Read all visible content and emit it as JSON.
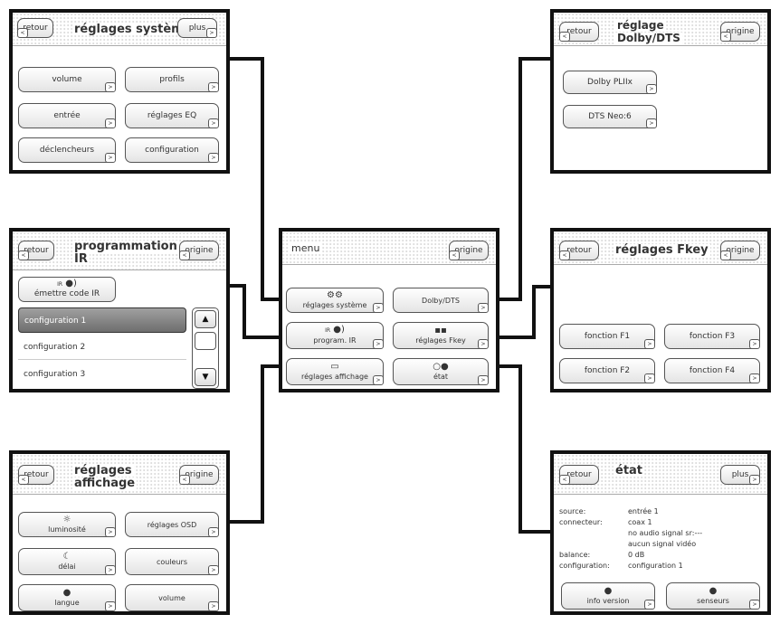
{
  "common": {
    "back": "retour",
    "more": "plus",
    "origin": "origine"
  },
  "sys": {
    "title": "réglages système",
    "buttons": [
      "volume",
      "profils",
      "entrée",
      "réglages EQ",
      "déclencheurs",
      "configuration"
    ]
  },
  "dolby": {
    "title1": "réglage",
    "title2": "Dolby/DTS",
    "buttons": [
      "Dolby PLIIx",
      "DTS Neo:6"
    ]
  },
  "ir": {
    "title1": "programmation",
    "title2": "IR",
    "emit_icon": "IR",
    "emit_label": "émettre code IR",
    "rows": [
      "configuration 1",
      "configuration 2",
      "configuration 3"
    ]
  },
  "menu": {
    "title": "menu",
    "buttons": [
      "réglages système",
      "Dolby/DTS",
      "program. IR",
      "réglages Fkey",
      "réglages affichage",
      "état"
    ],
    "icons": [
      "gear-icon",
      "",
      "ir-icon",
      "keys-icon",
      "display-icon",
      "info-icon"
    ],
    "ir_icon_text": "IR"
  },
  "fkey": {
    "title": "réglages Fkey",
    "buttons": [
      "fonction F1",
      "fonction F3",
      "fonction F2",
      "fonction F4"
    ]
  },
  "aff": {
    "title1": "réglages",
    "title2": "affichage",
    "buttons": [
      "luminosité",
      "réglages OSD",
      "délai",
      "couleurs",
      "langue",
      "volume"
    ]
  },
  "etat": {
    "title": "état",
    "labels": [
      "source:",
      "connecteur:",
      "",
      "",
      "balance:",
      "configuration:"
    ],
    "values": [
      "entrée 1",
      "coax 1",
      "no audio signal  sr:---",
      "aucun signal vidéo",
      "0 dB",
      "configuration 1"
    ],
    "buttons": [
      "info version",
      "senseurs"
    ]
  }
}
